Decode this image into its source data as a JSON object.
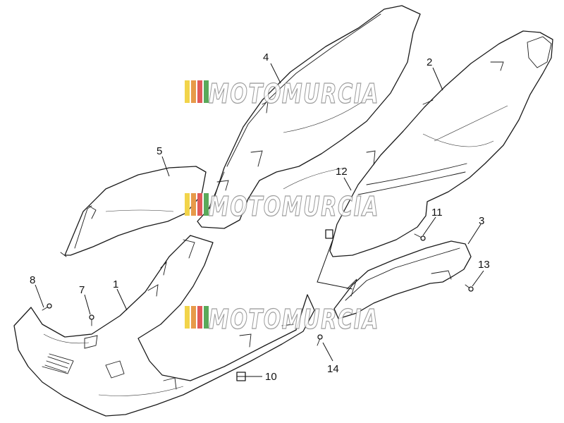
{
  "watermark": {
    "text": "MOTOMURCIA",
    "colors": [
      "#f2d44a",
      "#e79a4a",
      "#e05a5a",
      "#5aa95a"
    ]
  },
  "callouts": [
    {
      "id": "1",
      "label": "1"
    },
    {
      "id": "2",
      "label": "2"
    },
    {
      "id": "3",
      "label": "3"
    },
    {
      "id": "4",
      "label": "4"
    },
    {
      "id": "5",
      "label": "5"
    },
    {
      "id": "7",
      "label": "7"
    },
    {
      "id": "8",
      "label": "8"
    },
    {
      "id": "10",
      "label": "10"
    },
    {
      "id": "11",
      "label": "11"
    },
    {
      "id": "12",
      "label": "12"
    },
    {
      "id": "13",
      "label": "13"
    },
    {
      "id": "14",
      "label": "14"
    }
  ]
}
